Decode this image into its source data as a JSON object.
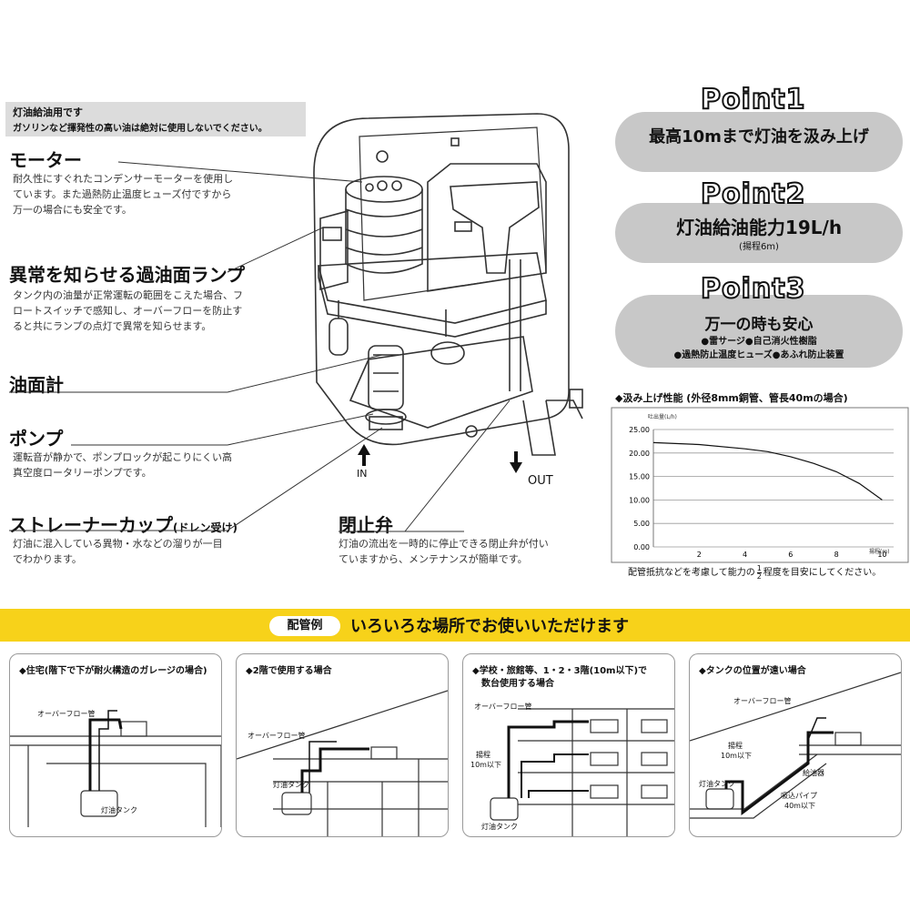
{
  "warning": {
    "line1": "灯油給油用です",
    "line2": "ガソリンなど揮発性の高い油は絶対に使用しないでください。"
  },
  "features": [
    {
      "title": "モーター",
      "desc": "耐久性にすぐれたコンデンサーモーターを使用しています。また過熱防止温度ヒューズ付ですから万一の場合にも安全です。"
    },
    {
      "title": "異常を知らせる過油面ランプ",
      "desc": "タンク内の油量が正常運転の範囲をこえた場合、フロートスイッチで感知し、オーバーフローを防止すると共にランプの点灯で異常を知らせます。"
    },
    {
      "title": "油面計",
      "desc": ""
    },
    {
      "title": "ポンプ",
      "desc": "運転音が静かで、ポンプロックが起こりにくい高真空度ロータリーポンプです。"
    },
    {
      "title": "ストレーナーカップ",
      "title_suffix": "(ドレン受け)",
      "desc": "灯油に混入している異物・水などの溜りが一目でわかります。"
    },
    {
      "title": "閉止弁",
      "desc": "灯油の流出を一時的に停止できる閉止弁が付いていますから、メンテナンスが簡単です。"
    }
  ],
  "flow": {
    "in": "IN",
    "out": "OUT"
  },
  "points": [
    {
      "title": "Point1",
      "main": "最高10mまで灯油を汲み上げ"
    },
    {
      "title": "Point2",
      "main": "灯油給油能力19L/h",
      "sub": "(揚程6m)"
    },
    {
      "title": "Point3",
      "main": "万一の時も安心",
      "sub1": "●雷サージ●自己消火性樹脂",
      "sub2": "●過熱防止温度ヒューズ●あふれ防止装置"
    }
  ],
  "chart_title": "◆汲み上げ性能 (外径8mm銅管、管長40mの場合)",
  "chart_note_pre": "配管抵抗などを考慮して能力の",
  "chart_note_frac_num": "1",
  "chart_note_frac_den": "2",
  "chart_note_post": "程度を目安にしてください。",
  "chart_data": {
    "type": "line",
    "ylabel": "吐出量(L/h)",
    "xlabel": "揚程(m)",
    "yticks": [
      "25.00",
      "20.00",
      "15.00",
      "10.00",
      "5.00",
      "0.00"
    ],
    "xticks": [
      "2",
      "4",
      "6",
      "8",
      "10"
    ],
    "ylim": [
      0,
      25
    ],
    "xlim": [
      0,
      10.5
    ],
    "grid": true,
    "series": [
      {
        "x": [
          0,
          2,
          4,
          5,
          6,
          7,
          8,
          9,
          10
        ],
        "y": [
          22.2,
          21.8,
          20.9,
          20.3,
          19.2,
          17.8,
          16.0,
          13.5,
          10.0
        ]
      }
    ]
  },
  "band": {
    "pill": "配管例",
    "text": "いろいろな場所でお使いいただけます"
  },
  "examples": [
    {
      "caption1": "◆住宅(階下で下が耐火構造のガレージの場合)",
      "caption2": "",
      "labels": [
        "オーバーフロー管",
        "灯油タンク"
      ]
    },
    {
      "caption1": "◆2階で使用する場合",
      "caption2": "",
      "labels": [
        "オーバーフロー管",
        "灯油タンク"
      ]
    },
    {
      "caption1": "◆学校・旅館等、1・2・3階(10m以下)で",
      "caption2": "数台使用する場合",
      "labels": [
        "オーバーフロー管",
        "揚程",
        "10m以下",
        "灯油タンク"
      ]
    },
    {
      "caption1": "◆タンクの位置が遠い場合",
      "caption2": "",
      "labels": [
        "オーバーフロー管",
        "揚程",
        "10m以下",
        "給油器",
        "灯油タンク",
        "吸込パイプ",
        "40m以下"
      ]
    }
  ],
  "colors": {
    "band": "#f7d21a",
    "pill": "#c8c8c8"
  }
}
